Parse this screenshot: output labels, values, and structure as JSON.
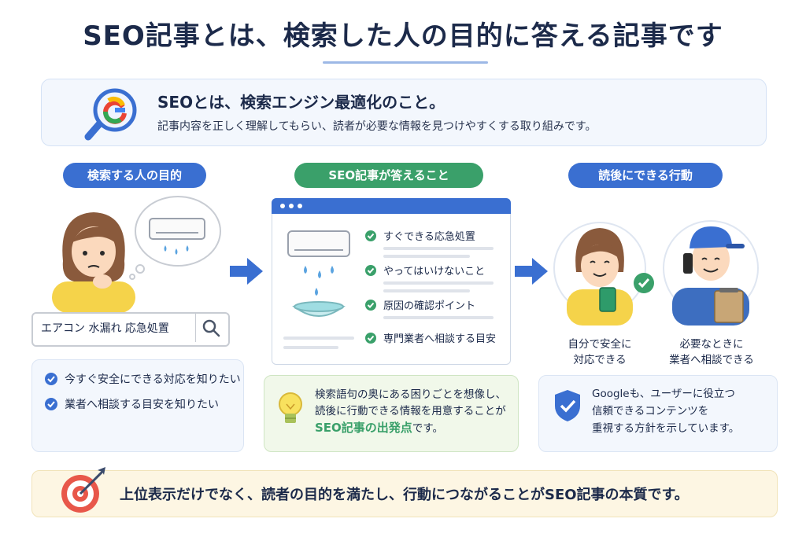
{
  "title": "SEO記事とは、検索した人の目的に答える記事です",
  "intro": {
    "heading": "SEOとは、検索エンジン最適化のこと。",
    "subtext": "記事内容を正しく理解してもらい、読者が必要な情報を見つけやすくする取り組みです。",
    "icon": "magnifier-google-icon"
  },
  "columns": {
    "left": {
      "label": "検索する人の目的",
      "search_query": "エアコン 水漏れ 応急処置",
      "goals": [
        "今すぐ安全にできる対応を知りたい",
        "業者へ相談する目安を知りたい"
      ]
    },
    "middle": {
      "label": "SEO記事が答えること",
      "items": [
        "すぐできる応急処置",
        "やってはいけないこと",
        "原因の確認ポイント",
        "専門業者へ相談する目安"
      ],
      "note_line1": "検索語句の奥にある困りごとを想像し、",
      "note_line2": "読後に行動できる情報を用意することが",
      "note_accent": "SEO記事の出発点",
      "note_tail": "です。"
    },
    "right": {
      "label": "読後にできる行動",
      "action1_line1": "自分で安全に",
      "action1_line2": "対応できる",
      "action2_line1": "必要なときに",
      "action2_line2": "業者へ相談できる",
      "note_line1": "Googleも、ユーザーに役立つ",
      "note_line2": "信頼できるコンテンツを",
      "note_line3": "重視する方針を示しています。"
    }
  },
  "bottom": {
    "text": "上位表示だけでなく、読者の目的を満たし、行動につながることがSEO記事の本質です。"
  },
  "colors": {
    "blue": "#3a6fd1",
    "green": "#3aa06a",
    "navy": "#1c2a4a"
  }
}
